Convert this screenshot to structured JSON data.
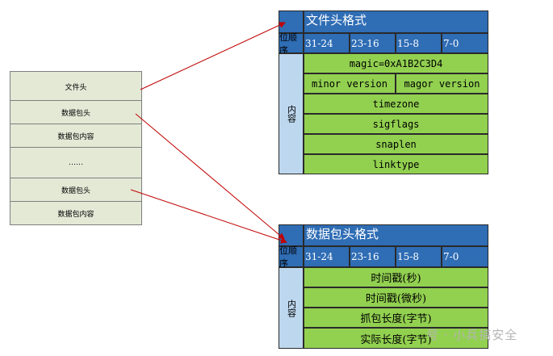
{
  "left_stack": [
    "文件头",
    "数据包头",
    "数据包内容",
    "……",
    "数据包头",
    "数据包内容"
  ],
  "file_header": {
    "title": "文件头格式",
    "bit_label": "位顺序",
    "bits": [
      "31-24",
      "23-16",
      "15-8",
      "7-0"
    ],
    "side_label": "内容",
    "rows": [
      "magic=0xA1B2C3D4",
      "timezone",
      "sigflags",
      "snaplen",
      "linktype"
    ],
    "version_left": "minor version",
    "version_right": "magor version"
  },
  "packet_header": {
    "title": "数据包头格式",
    "bit_label": "位顺序",
    "bits": [
      "31-24",
      "23-16",
      "15-8",
      "7-0"
    ],
    "side_label": "内容",
    "rows": [
      "时间戳(秒)",
      "时间戳(微秒)",
      "抓包长度(字节)",
      "实际长度(字节)"
    ]
  },
  "watermark": "号 · 小兵搞安全",
  "colors": {
    "title_blue": "#2f6db5",
    "field_green": "#92d050",
    "side_blue": "#bdd7ee",
    "arrow": "#c00000",
    "cell_bg": "#e4e9d6"
  }
}
